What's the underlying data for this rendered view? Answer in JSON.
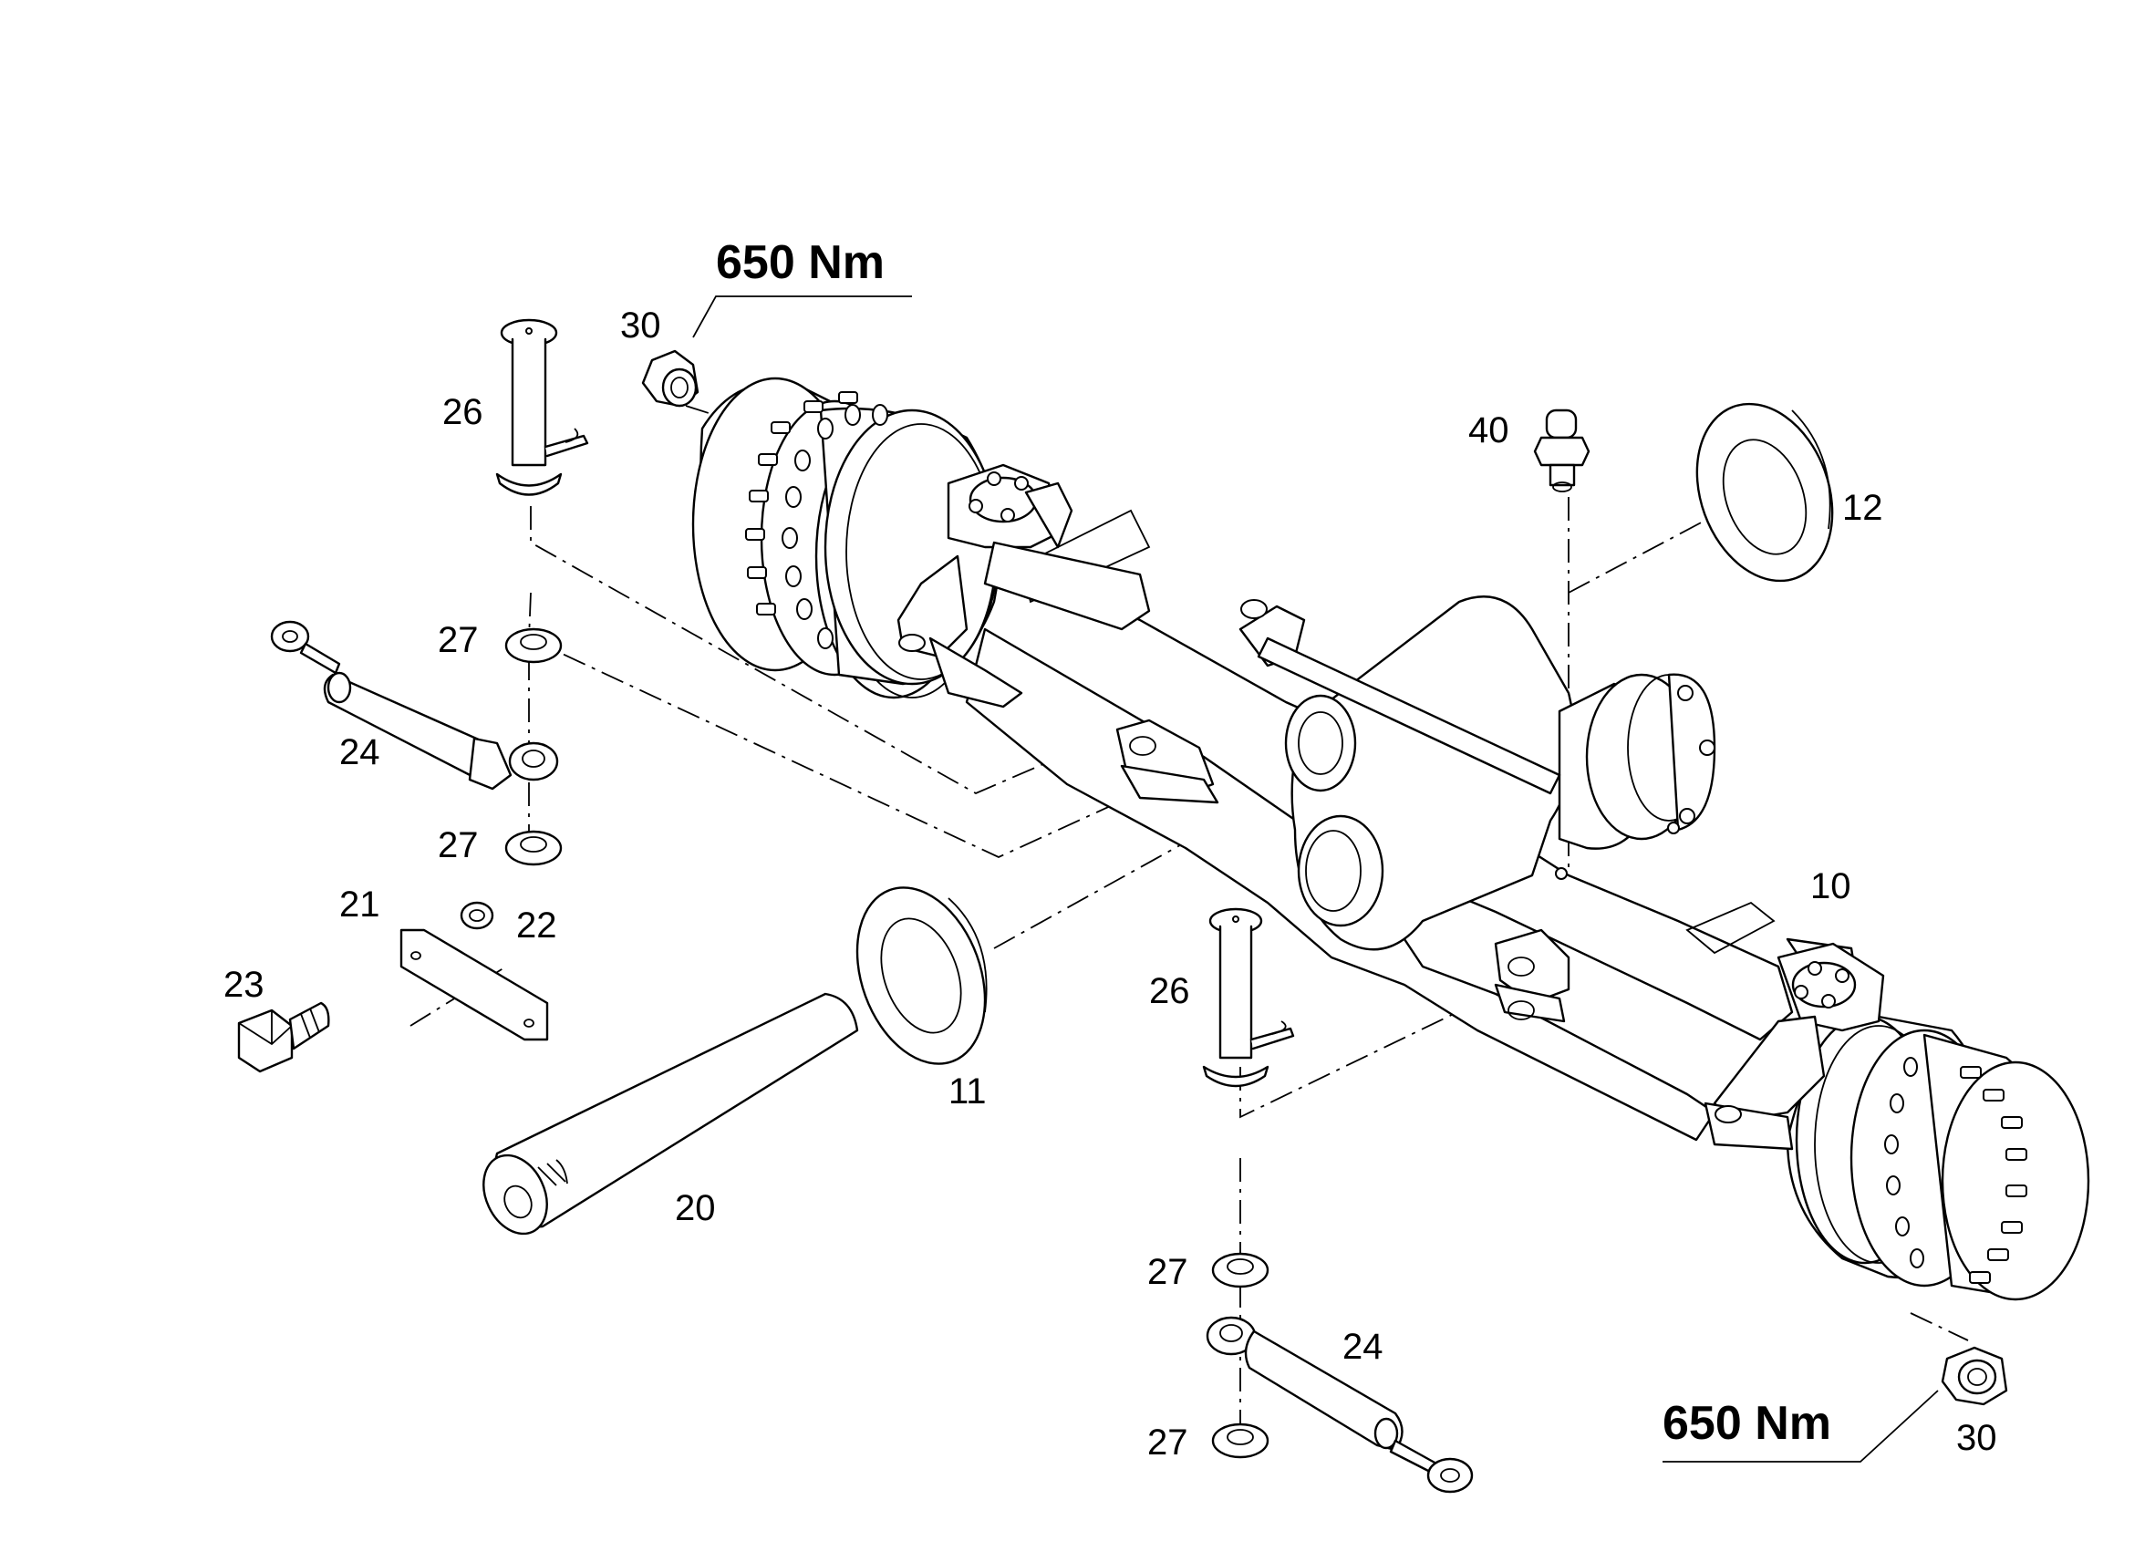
{
  "torque": {
    "upper": "650 Nm",
    "lower": "650 Nm"
  },
  "callouts": {
    "c10": "10",
    "c11": "11",
    "c12": "12",
    "c20": "20",
    "c21": "21",
    "c22": "22",
    "c23": "23",
    "c24_left": "24",
    "c24_right": "24",
    "c26_left": "26",
    "c26_right": "26",
    "c27_a": "27",
    "c27_b": "27",
    "c27_c": "27",
    "c27_d": "27",
    "c30_top": "30",
    "c30_bottom": "30",
    "c40": "40"
  }
}
